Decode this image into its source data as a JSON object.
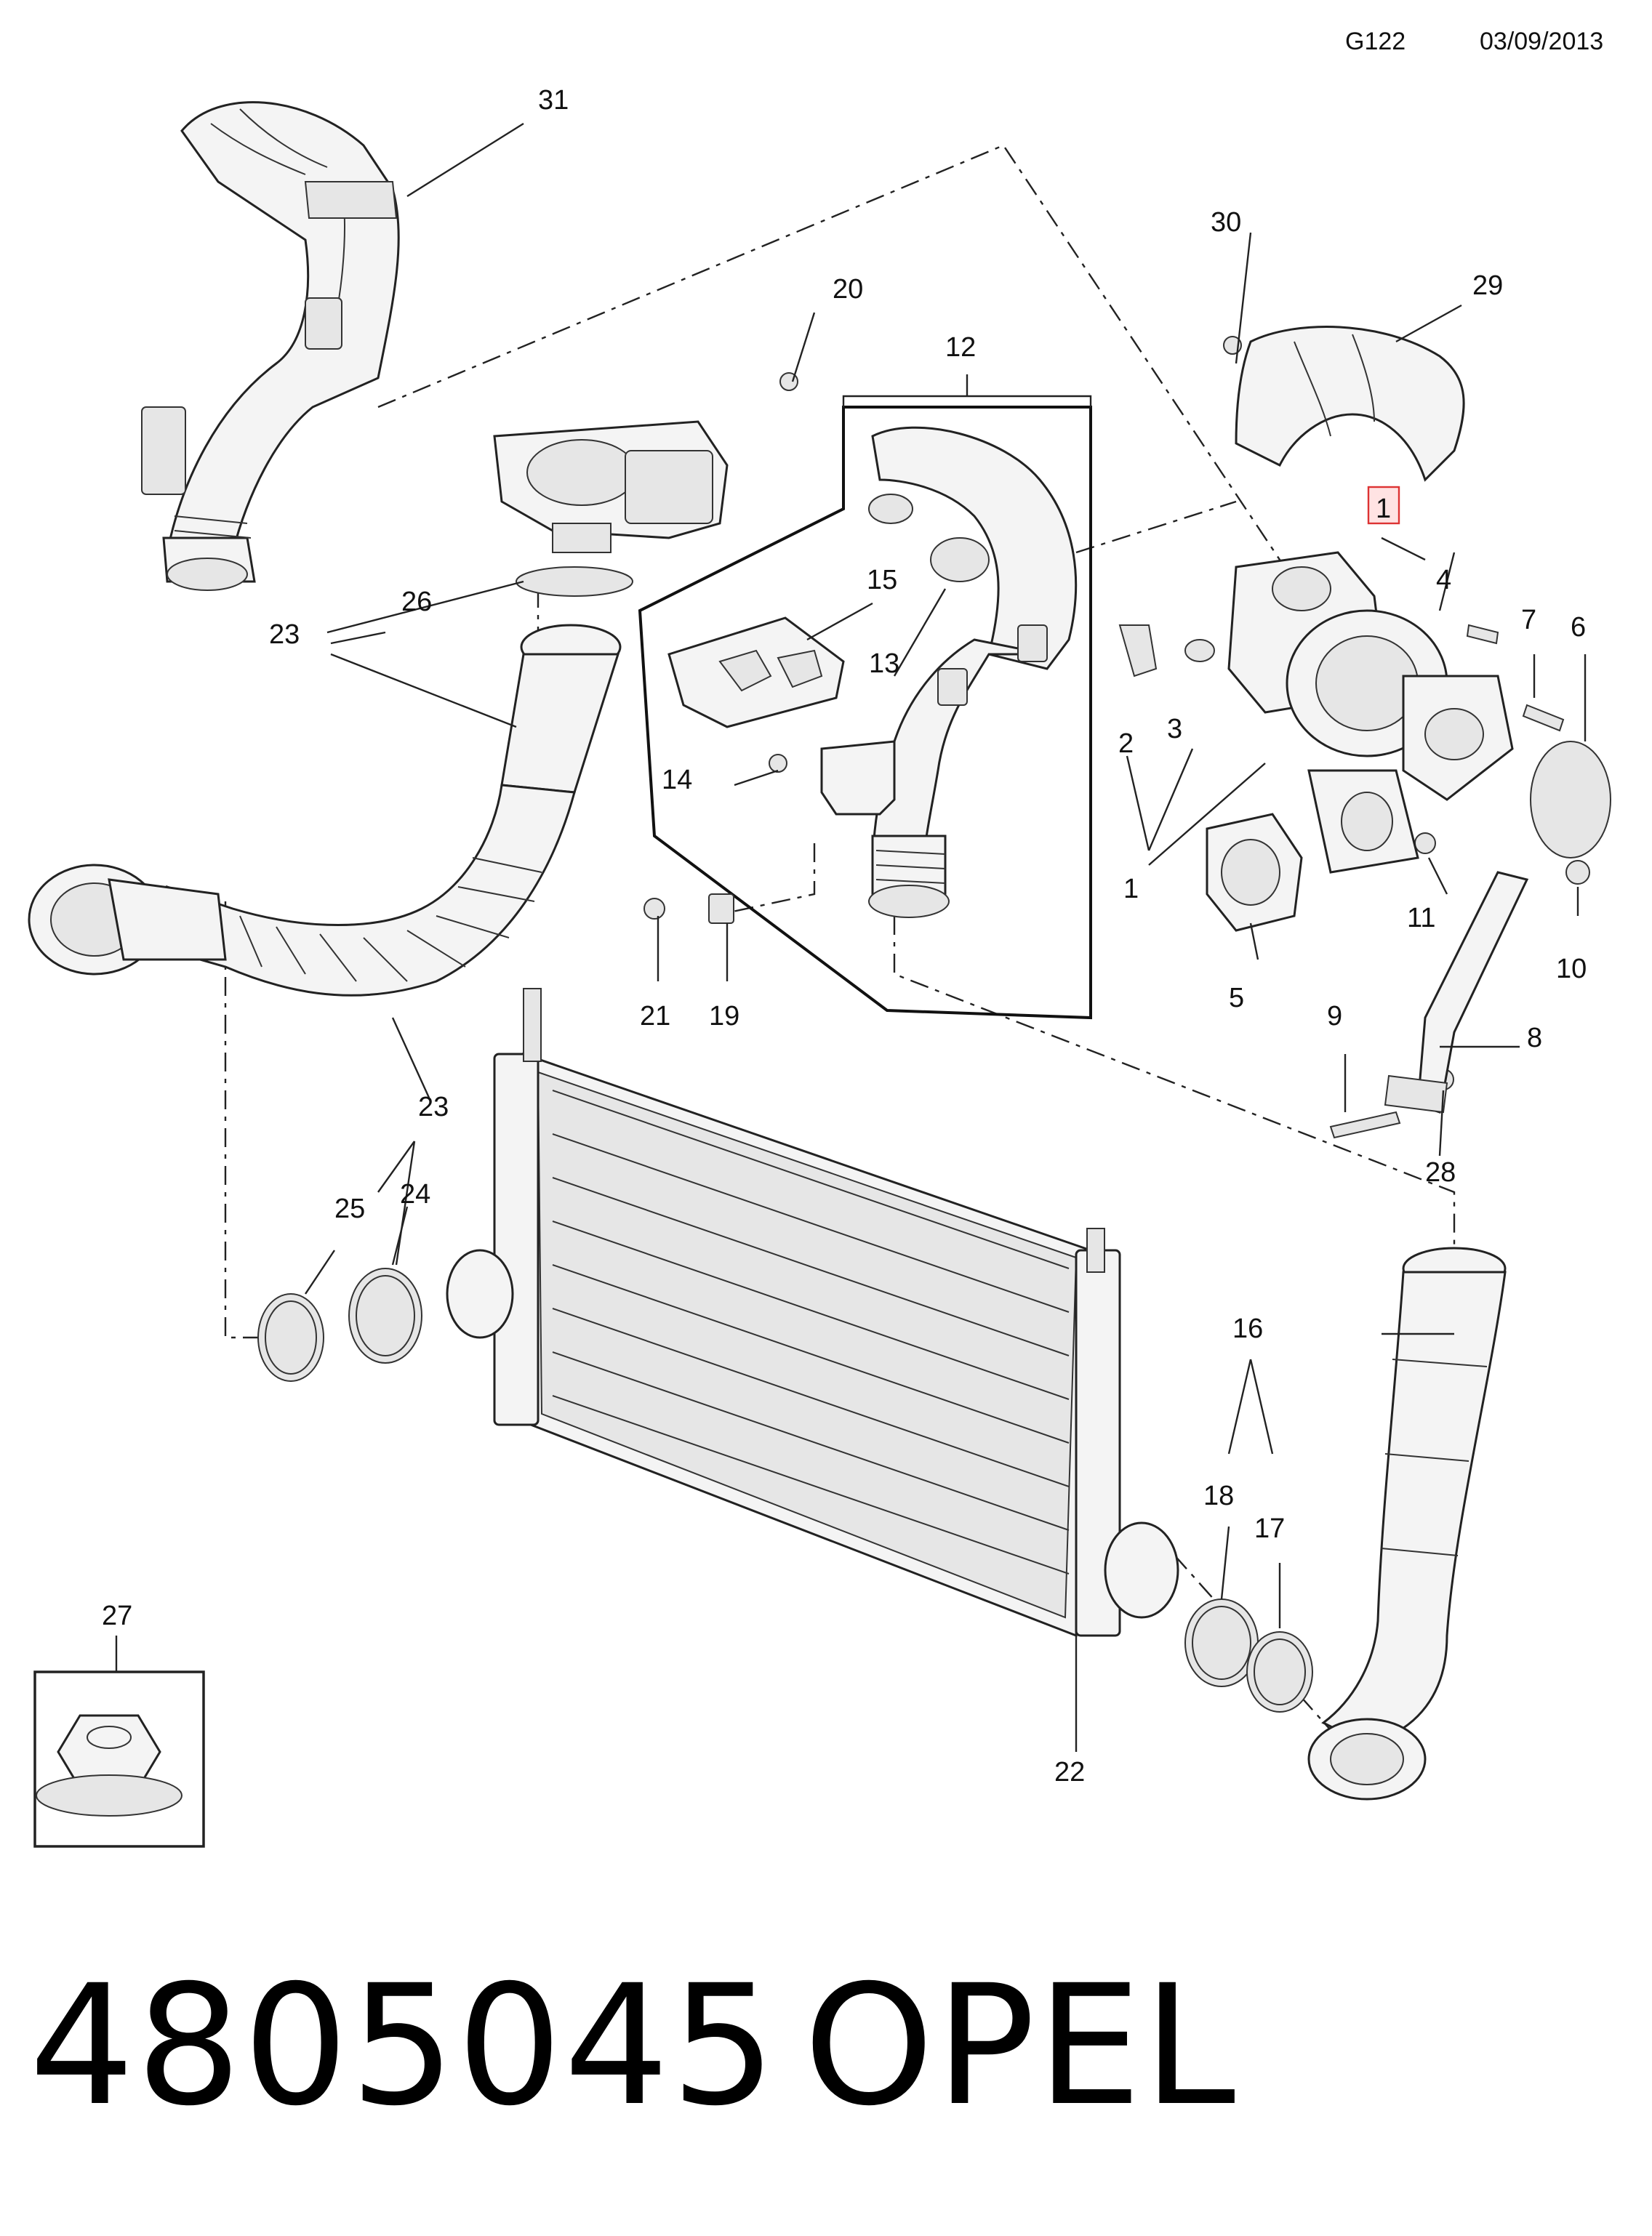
{
  "header": {
    "code": "G122",
    "date": "03/09/2013"
  },
  "callouts": {
    "c1": "1",
    "c1b": "1",
    "c2": "2",
    "c3": "3",
    "c4": "4",
    "c5": "5",
    "c6": "6",
    "c7": "7",
    "c8": "8",
    "c9": "9",
    "c10": "10",
    "c11": "11",
    "c12": "12",
    "c13": "13",
    "c14": "14",
    "c15": "15",
    "c16": "16",
    "c17": "17",
    "c18": "18",
    "c19": "19",
    "c20": "20",
    "c21": "21",
    "c22": "22",
    "c23a": "23",
    "c23b": "23",
    "c24": "24",
    "c25": "25",
    "c26": "26",
    "c27": "27",
    "c28": "28",
    "c29": "29",
    "c30": "30",
    "c31": "31"
  },
  "highlight_color": "#dd3333",
  "footer": {
    "part_number": "4805045",
    "brand": "OPEL"
  }
}
